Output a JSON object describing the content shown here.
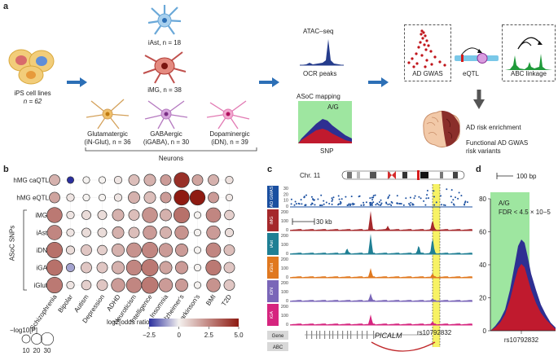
{
  "panel_a": {
    "label": "a",
    "ips": {
      "title": "iPS cell lines",
      "n": "n = 62"
    },
    "iast": "iAst, n = 18",
    "img": "iMG, n = 38",
    "neuron_types": [
      {
        "name": "Glutamatergic",
        "sub": "(iN-Glut), n = 36",
        "color": "#e8b23a"
      },
      {
        "name": "GABAergic",
        "sub": "(iGABA), n = 30",
        "color": "#b04aa8"
      },
      {
        "name": "Dopaminergic",
        "sub": "(iDN), n = 39",
        "color": "#d9308a"
      }
    ],
    "neurons_label": "Neurons",
    "atac": "ATAC–seq",
    "ocr": "OCR peaks",
    "asoc": "ASoC mapping",
    "ag": "A/G",
    "snp": "SNP",
    "gwas": "AD GWAS",
    "eqtl": "eQTL",
    "abc": "ABC linkage",
    "risk1": "AD risk enrichment",
    "risk2": "Functional AD GWAS",
    "risk3": "risk variants"
  },
  "panel_b": {
    "label": "b",
    "group_label": "ASoC SNPs",
    "legend_size_title": "−log10[P]",
    "legend_size_values": [
      "10",
      "20",
      "30"
    ],
    "legend_color_title": "log2[odds ratio]",
    "legend_color_ticks": [
      "−2.5",
      "0",
      "2.5",
      "5.0"
    ],
    "colors": {
      "low": "#2b2f9e",
      "mid": "#f4f1ef",
      "high": "#8e1b12"
    }
  },
  "chart_data": {
    "type": "scatter",
    "rows": [
      "hMG caQTL",
      "hMG eQTL",
      "iMG",
      "iAst",
      "iDN",
      "iGA",
      "iGlut"
    ],
    "columns": [
      "Schizophrenia",
      "Bipolar",
      "Autism",
      "Depression",
      "ADHD",
      "Neuroticism",
      "Intelligence",
      "Insomnia",
      "Alzheimer's",
      "Parkinson's",
      "BMI",
      "T2D"
    ],
    "log2_or": [
      [
        1.5,
        -2.5,
        0,
        0,
        0.3,
        1.2,
        1.5,
        2.0,
        4.5,
        1.8,
        1.5,
        0.4
      ],
      [
        1.8,
        0.3,
        0,
        0,
        0.3,
        1.5,
        1.2,
        2.0,
        5.0,
        5.0,
        2.0,
        0.2
      ],
      [
        2.8,
        0.3,
        0.5,
        0.5,
        1.5,
        1.2,
        2.2,
        1.5,
        3.0,
        0,
        2.5,
        0.8
      ],
      [
        2.5,
        0.3,
        0.5,
        0.5,
        1.5,
        1.2,
        2.0,
        1.5,
        2.2,
        0,
        2.0,
        0.5
      ],
      [
        3.0,
        0.5,
        1.0,
        0.8,
        1.5,
        2.2,
        2.5,
        2.0,
        2.0,
        0,
        2.5,
        1.2
      ],
      [
        3.0,
        -1.0,
        1.0,
        1.0,
        1.5,
        2.5,
        2.8,
        1.8,
        2.0,
        0,
        2.8,
        1.0
      ],
      [
        2.8,
        0.3,
        0.8,
        1.0,
        2.0,
        2.5,
        2.8,
        2.0,
        2.0,
        0,
        2.2,
        1.0
      ]
    ],
    "neglog10p": [
      [
        8,
        2,
        2,
        2,
        3,
        8,
        10,
        8,
        20,
        8,
        8,
        3
      ],
      [
        8,
        3,
        2,
        2,
        3,
        10,
        10,
        8,
        20,
        20,
        8,
        2
      ],
      [
        20,
        3,
        5,
        5,
        10,
        8,
        20,
        10,
        22,
        2,
        18,
        6
      ],
      [
        18,
        3,
        5,
        5,
        10,
        8,
        15,
        10,
        15,
        2,
        15,
        4
      ],
      [
        22,
        4,
        8,
        6,
        12,
        18,
        22,
        15,
        12,
        2,
        18,
        8
      ],
      [
        22,
        4,
        8,
        8,
        12,
        20,
        25,
        12,
        12,
        2,
        20,
        8
      ],
      [
        22,
        3,
        6,
        8,
        15,
        20,
        25,
        15,
        12,
        2,
        15,
        8
      ]
    ],
    "color_range": [
      -2.5,
      5.0
    ],
    "size_legend": [
      10,
      20,
      30
    ]
  },
  "panel_c": {
    "label": "c",
    "chr": "Chr. 11",
    "scale": "30 kb",
    "tracks": [
      {
        "label": "AD GWAS",
        "ticks": [
          "30",
          "20",
          "10",
          "0"
        ],
        "color": "#1a4fa0"
      },
      {
        "label": "iMG",
        "ticks": [
          "200",
          "100",
          "0"
        ],
        "color": "#a5282b"
      },
      {
        "label": "iAst",
        "ticks": [
          "200",
          "100",
          "0"
        ],
        "color": "#1f7f94"
      },
      {
        "label": "iGlut",
        "ticks": [
          "200",
          "100",
          "0"
        ],
        "color": "#e0781f"
      },
      {
        "label": "iDN",
        "ticks": [
          "200",
          "100",
          "0"
        ],
        "color": "#7a66b8"
      },
      {
        "label": "iGA",
        "ticks": [
          "200",
          "100",
          "0"
        ],
        "color": "#d6257f"
      }
    ],
    "gene_label": "Gene",
    "abc_label": "ABC",
    "gene_name": "PICALM",
    "snp": "rs10792832"
  },
  "panel_d": {
    "label": "d",
    "scale": "100 bp",
    "ag": "A/G",
    "fdr": "FDR < 4.5 × 10−5",
    "yticks": [
      "80",
      "60",
      "40",
      "20",
      "0"
    ],
    "xlabel": "rs10792832"
  }
}
